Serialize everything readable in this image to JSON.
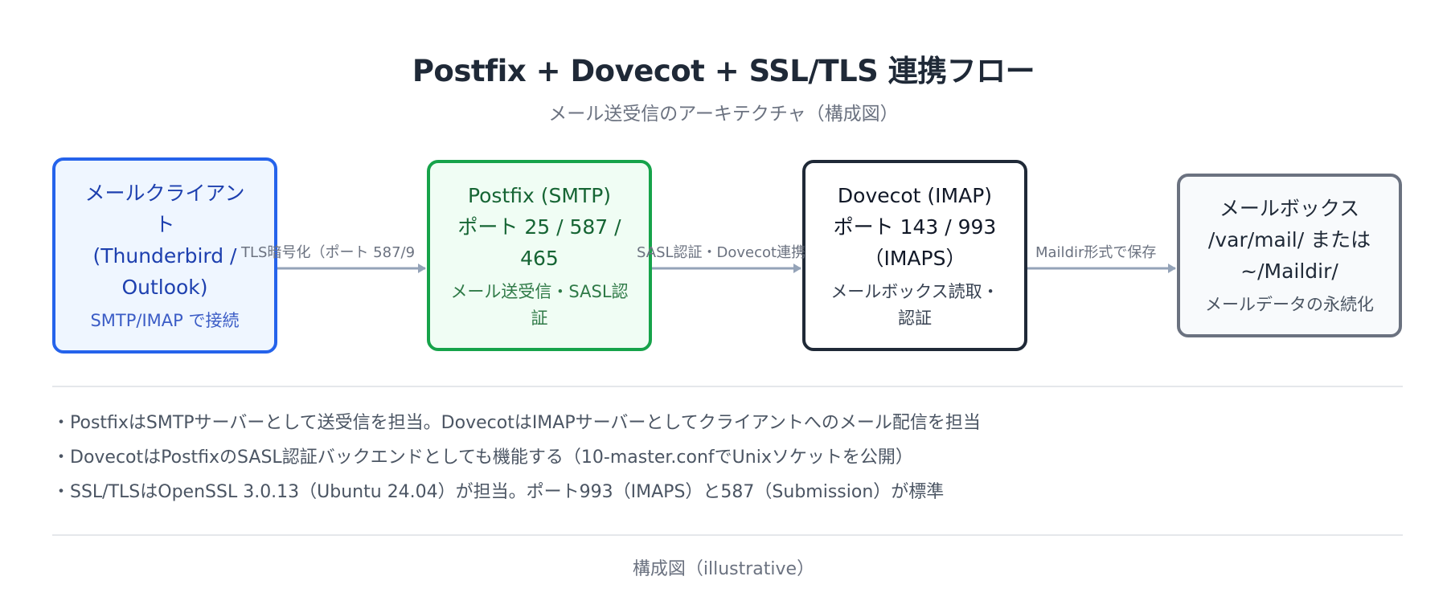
{
  "diagram": {
    "title": "Postfix + Dovecot + SSL/TLS 連携フロー",
    "subtitle": "メール送受信のアーキテクチャ（構成図）",
    "nodes": {
      "client": {
        "title": "メールクライアン\nト\n(Thunderbird /\nOutlook)",
        "desc": "SMTP/IMAP で接続"
      },
      "postfix": {
        "title": "Postfix (SMTP)\nポート 25 / 587 /\n465",
        "desc": "メール送受信・SASL認\n証"
      },
      "dovecot": {
        "title": "Dovecot (IMAP)\nポート 143 / 993\n（IMAPS）",
        "desc": "メールボックス読取・\n認証"
      },
      "mailbox": {
        "title": "メールボックス\n/var/mail/ または\n~/Maildir/",
        "desc": "メールデータの永続化"
      }
    },
    "edges": [
      {
        "label": "TLS暗号化（ポート 587/9"
      },
      {
        "label": "SASL認証・Dovecot連携"
      },
      {
        "label": "Maildir形式で保存"
      }
    ],
    "notes": [
      "・PostfixはSMTPサーバーとして送受信を担当。DovecotはIMAPサーバーとしてクライアントへのメール配信を担当",
      "・DovecotはPostfixのSASL認証バックエンドとしても機能する（10-master.confでUnixソケットを公開）",
      "・SSL/TLSはOpenSSL 3.0.13（Ubuntu 24.04）が担当。ポート993（IMAPS）と587（Submission）が標準"
    ],
    "footer": "構成図（illustrative）",
    "colors": {
      "client_border": "#2563eb",
      "postfix_border": "#16a34a",
      "dovecot_border": "#1f2937",
      "mailbox_border": "#6b7280",
      "arrow": "#94a3b8"
    }
  }
}
